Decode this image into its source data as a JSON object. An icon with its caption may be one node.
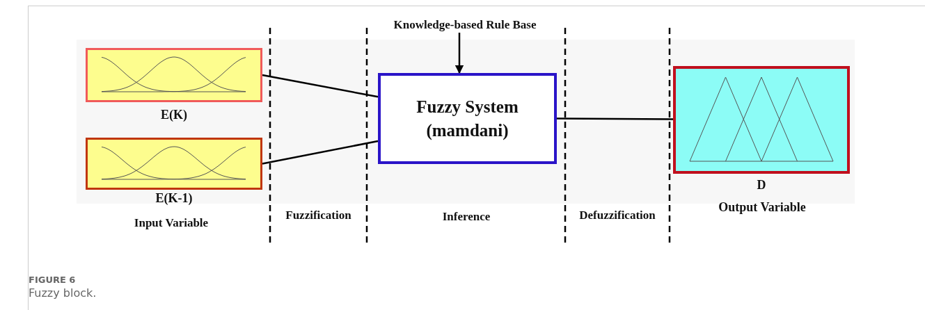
{
  "diagram": {
    "caption": "Fuzzy block.",
    "nodes": [
      {
        "text": [
          "E(K)"
        ]
      },
      {
        "text": [
          "E(K-1)"
        ]
      },
      {
        "text": [
          "Knowledge-based Rule Base"
        ]
      },
      {
        "text": [
          "Fuzzy System (mamdani)"
        ]
      },
      {
        "text": [
          "D"
        ]
      }
    ],
    "edges": [
      {
        "from": 0,
        "to": 3,
        "arrow": "none"
      },
      {
        "from": 1,
        "to": 3,
        "arrow": "none"
      },
      {
        "from": 2,
        "to": 3,
        "arrow": "to"
      },
      {
        "from": 3,
        "to": 4,
        "arrow": "none"
      }
    ],
    "labels": [
      "Input Variable",
      "Fuzzification",
      "Inference",
      "Defuzzification",
      "Output Variable",
      "FIGURE 6"
    ]
  }
}
